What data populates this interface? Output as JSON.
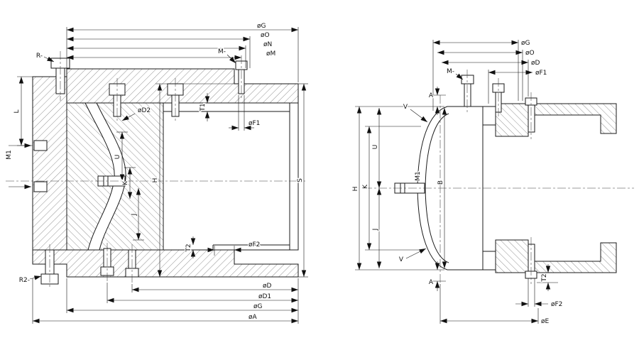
{
  "drawing": {
    "left": {
      "r_top": "R-",
      "m_top": "M-",
      "dia_g_top": "øG",
      "dia_o": "øO",
      "dia_n": "øN",
      "dia_m": "øM",
      "dia_d2": "øD2",
      "t1": "T1",
      "dia_f1": "øF1",
      "dim_l": "L",
      "m1": "M1",
      "dim_h": "H",
      "dim_s": "S",
      "dim_u": "U",
      "dim_k": "K",
      "dim_j": "J",
      "t2": "T2",
      "dia_f2": "øF2",
      "dia_d": "øD",
      "dia_d1": "øD1",
      "dia_g_bottom": "øG",
      "dia_a": "øA",
      "r2": "R2-"
    },
    "right": {
      "dia_g": "øG",
      "dia_o": "øO",
      "dia_d": "øD",
      "dia_f1": "øF1",
      "m": "M-",
      "a_top": "A",
      "v_top": "V",
      "dim_u": "U",
      "dim_b": "B",
      "m1": "M1",
      "dim_k": "K",
      "dim_h": "H",
      "dim_j": "J",
      "v_bottom": "V",
      "a_bottom": "A",
      "t2": "T2",
      "dia_f2": "øF2",
      "dia_e": "øE"
    }
  }
}
